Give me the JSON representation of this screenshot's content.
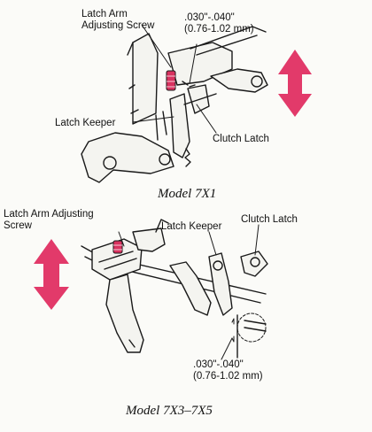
{
  "top": {
    "labels": {
      "latch_arm_line1": "Latch Arm",
      "latch_arm_line2": "Adjusting Screw",
      "gap_line1": ".030\"-.040\"",
      "gap_line2": "(0.76-1.02 mm)",
      "latch_keeper": "Latch Keeper",
      "clutch_latch": "Clutch Latch"
    },
    "caption": "Model 7X1"
  },
  "bottom": {
    "labels": {
      "latch_arm_line1": "Latch Arm Adjusting",
      "latch_arm_line2": "Screw",
      "latch_keeper": "Latch Keeper",
      "clutch_latch": "Clutch Latch",
      "gap_line1": ".030\"-.040\"",
      "gap_line2": "(0.76-1.02 mm)"
    },
    "caption": "Model 7X3–7X5"
  },
  "colors": {
    "arrow": "#e23a6a",
    "screw": "#d8325f",
    "ink": "#1a1a1a"
  },
  "icons": [
    "up-down-arrow-icon",
    "screw-icon"
  ]
}
